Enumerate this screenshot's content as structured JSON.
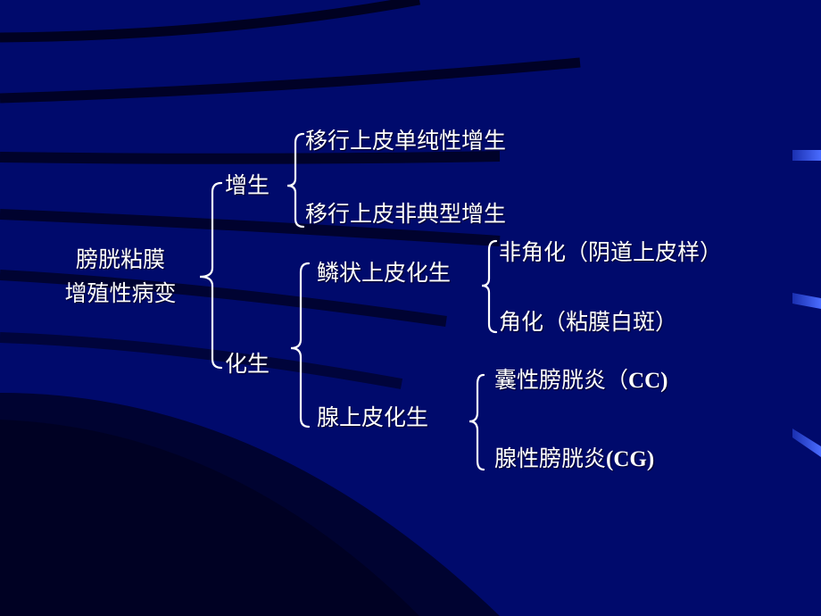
{
  "slide": {
    "background_color": "#000a6e",
    "accent_color": "#3a5cf0",
    "text_color": "#ffffff"
  },
  "diagram": {
    "root": {
      "line1": "膀胱粘膜",
      "line2": "增殖性病变"
    },
    "branches": [
      {
        "label": "增生",
        "children": [
          {
            "label": "移行上皮单纯性增生"
          },
          {
            "label": "移行上皮非典型增生"
          }
        ]
      },
      {
        "label": "化生",
        "children": [
          {
            "label": "鳞状上皮化生",
            "children": [
              {
                "label": "非角化（阴道上皮样）"
              },
              {
                "label": "角化（粘膜白斑）"
              }
            ]
          },
          {
            "label": "腺上皮化生",
            "children": [
              {
                "label_cn": "囊性膀胱炎（",
                "label_latin": "CC)"
              },
              {
                "label_cn": "腺性膀胱炎",
                "label_latin": "(CG)"
              }
            ]
          }
        ]
      }
    ]
  }
}
